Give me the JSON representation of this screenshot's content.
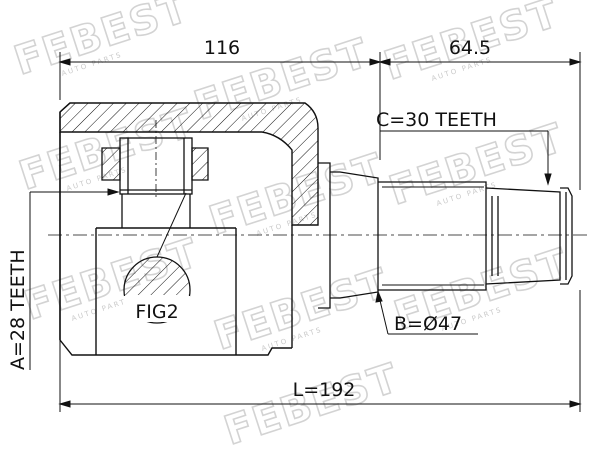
{
  "diagram": {
    "dimensions": {
      "overall_width": "116",
      "stub_width": "64.5",
      "length": "L=192"
    },
    "labels": {
      "spline_c": "C=30 TEETH",
      "spline_a": "A=28 TEETH",
      "diameter_b": "B=Ø47",
      "figure_ref": "FIG2"
    },
    "watermark": {
      "brand": "FEBEST",
      "sub": "AUTO PARTS"
    },
    "colors": {
      "line": "#111111",
      "watermark": "#cfcfcf",
      "background": "#ffffff"
    }
  }
}
